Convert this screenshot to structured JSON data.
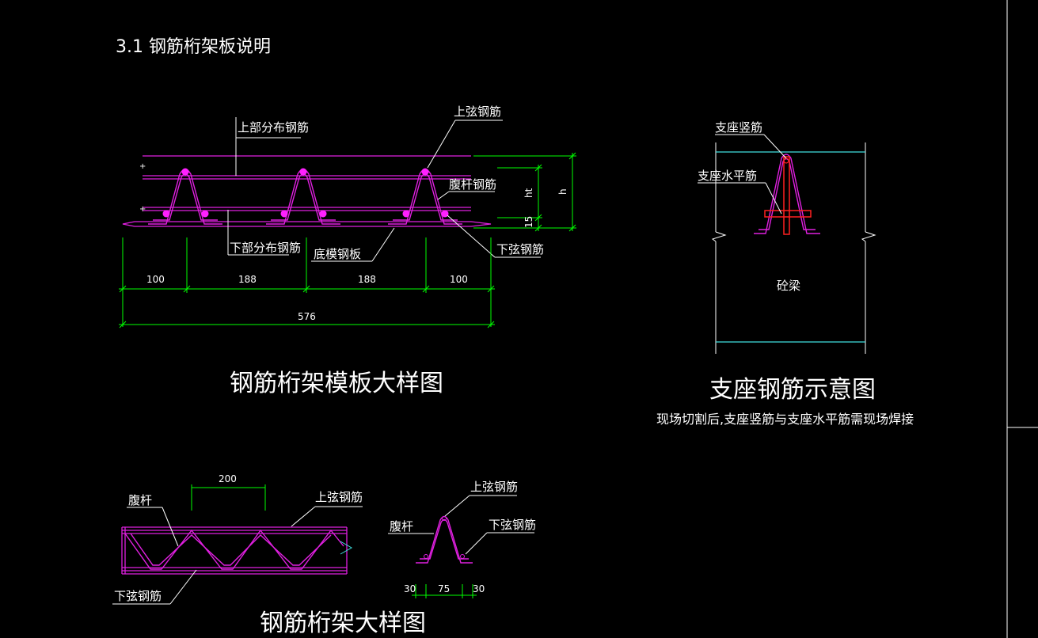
{
  "colors": {
    "background": "#000000",
    "truss": "#e020e0",
    "dimension": "#00ff00",
    "text": "#ffffff",
    "cyan": "#40e0e0",
    "red": "#ff2020",
    "frame": "#ffffff"
  },
  "section_title": "3.1 钢筋桁架板说明",
  "top_drawing": {
    "title": "钢筋桁架模板大样图",
    "labels": {
      "top_dist": "上部分布钢筋",
      "top_chord": "上弦钢筋",
      "web": "腹杆钢筋",
      "bottom_dist": "下部分布钢筋",
      "deck": "底模钢板",
      "bottom_chord": "下弦钢筋",
      "ht": "ht",
      "h": "h",
      "fifteen": "15"
    },
    "dims": [
      "100",
      "188",
      "188",
      "100"
    ],
    "total": "576"
  },
  "support_drawing": {
    "title": "支座钢筋示意图",
    "note": "现场切割后,支座竖筋与支座水平筋需现场焊接",
    "labels": {
      "vertical": "支座竖筋",
      "horizontal": "支座水平筋",
      "beam": "砼梁"
    }
  },
  "truss_drawing": {
    "title": "钢筋桁架大样图",
    "labels": {
      "web": "腹杆",
      "top_chord": "上弦钢筋",
      "bottom_chord": "下弦钢筋"
    },
    "spacing": "200"
  },
  "section_drawing": {
    "labels": {
      "top_chord": "上弦钢筋",
      "web": "腹杆",
      "bottom_chord": "下弦钢筋"
    },
    "dims": [
      "30",
      "75",
      "30"
    ]
  }
}
